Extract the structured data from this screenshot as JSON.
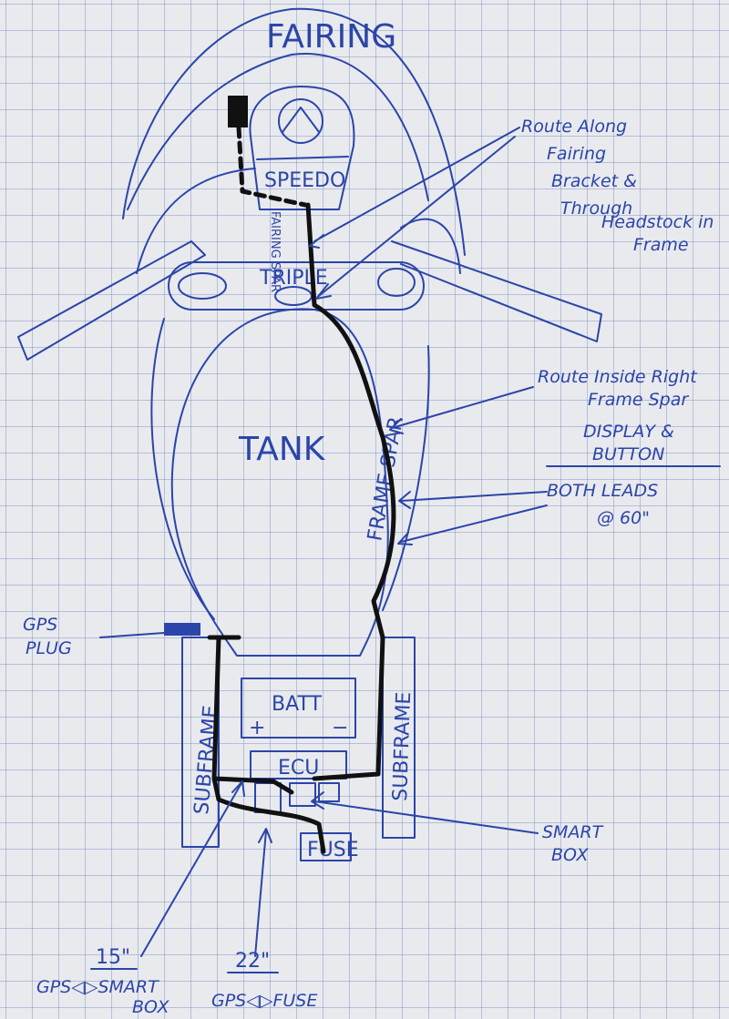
{
  "labels": {
    "fairing": "FAIRING",
    "speedo": "SPEEDO",
    "fairing_spar": "FAIRING SPAR",
    "triple": "TRIPLE",
    "tank": "TANK",
    "frame_spar": "FRAME SPAR",
    "batt": "BATT",
    "batt_plus": "+",
    "batt_minus": "−",
    "ecu": "ECU",
    "fuse": "FUSE",
    "subframe_left": "SUBFRAME",
    "subframe_right": "SUBFRAME",
    "gps_plug_line1": "GPS",
    "gps_plug_line2": "PLUG"
  },
  "notes": {
    "route_along": [
      "Route Along",
      "Fairing",
      "Bracket &",
      "Through",
      "Headstock in",
      "Frame"
    ],
    "route_inside": [
      "Route Inside Right",
      "Frame Spar"
    ],
    "display": [
      "DISPLAY &",
      "BUTTON",
      "BOTH LEADS",
      "@ 60\""
    ],
    "smart_box": [
      "SMART",
      "BOX"
    ],
    "gps_smartbox_length": "15\"",
    "gps_smartbox": [
      "GPS◁▷SMART",
      "BOX"
    ],
    "gps_fuse_length": "22\"",
    "gps_fuse": "GPS◁▷FUSE"
  },
  "colors": {
    "ink": "#2b45a8",
    "wire": "#111111",
    "paper": "#e9eaee"
  }
}
